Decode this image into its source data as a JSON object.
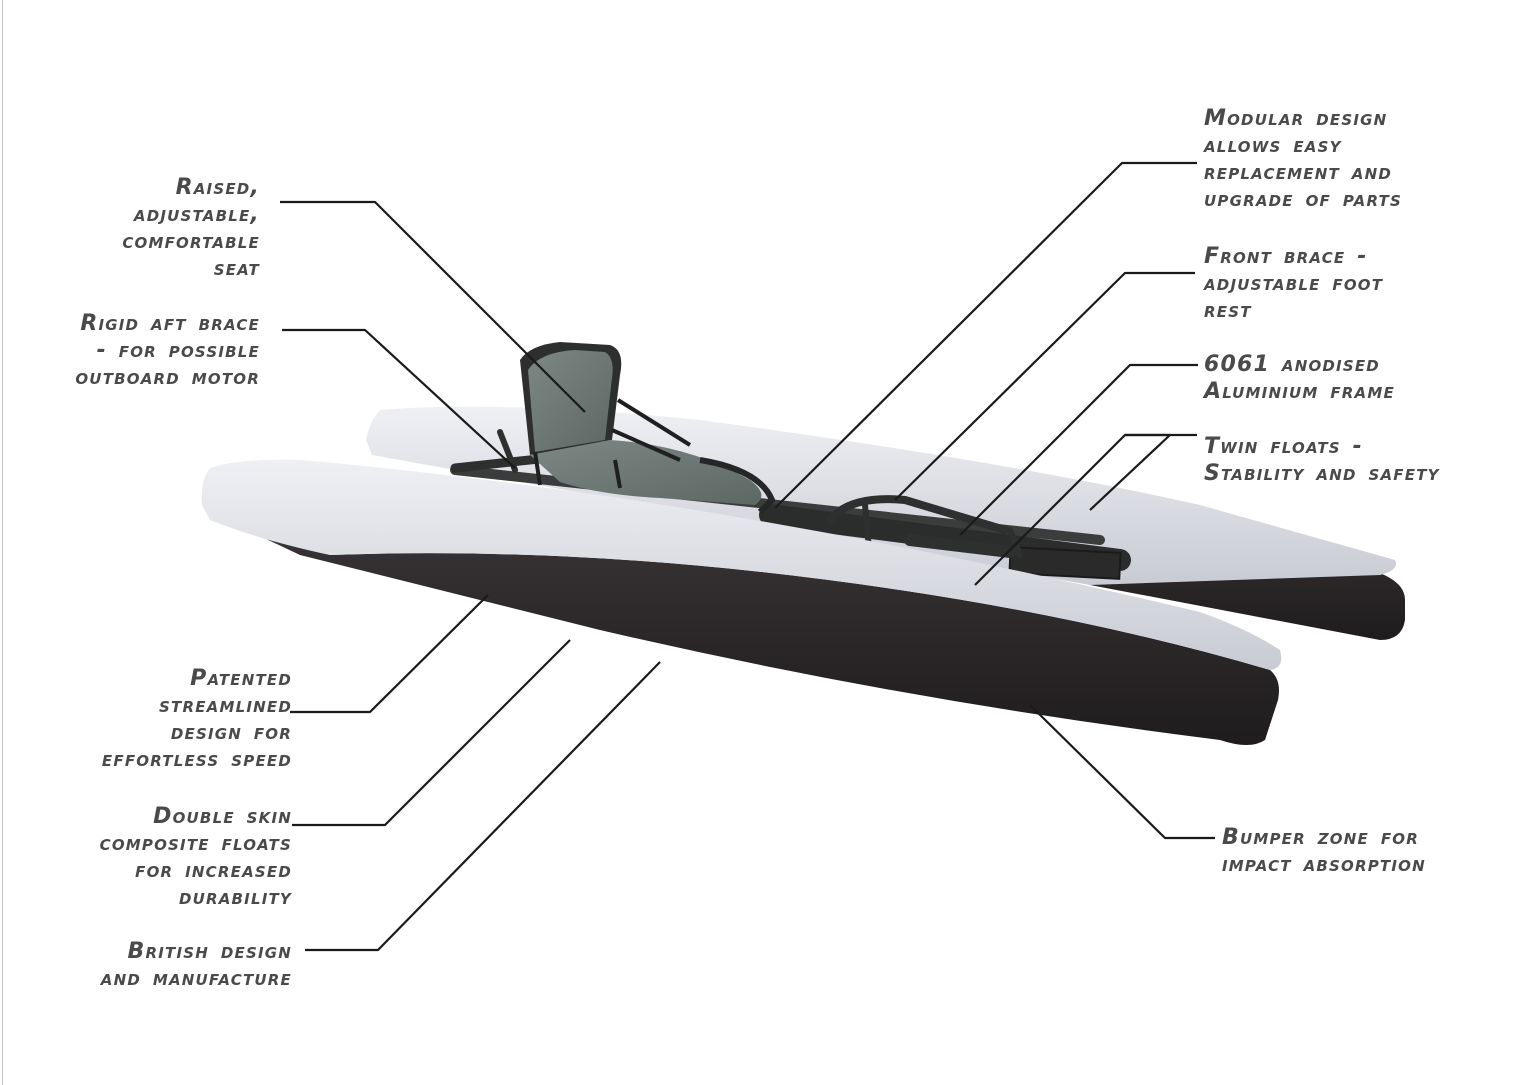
{
  "annotations": {
    "seat": "Raised,\nadjustable,\ncomfortable\nseat",
    "aft_brace": "Rigid aft brace\n- for possible\noutboard motor",
    "streamlined": "Patented\nstreamlined\ndesign for\neffortless speed",
    "double_skin": "Double skin\ncomposite floats\nfor increased\ndurability",
    "british": "British design\nand manufacture",
    "modular": "Modular design\nallows easy\nreplacement and\nupgrade of parts",
    "front_brace": "Front brace -\nadjustable foot\nrest",
    "frame": "6061 anodised\nAluminium frame",
    "twin_floats": "Twin floats -\nStability and safety",
    "bumper": "Bumper zone for\nimpact absorption"
  },
  "colors": {
    "label_text": "#4a4a4a",
    "leader_line": "#1a1a1a",
    "float_upper": "#dcdde3",
    "float_lower": "#2b2728",
    "seat_fabric": "#6f7a76",
    "frame_metal": "#2e3030"
  }
}
